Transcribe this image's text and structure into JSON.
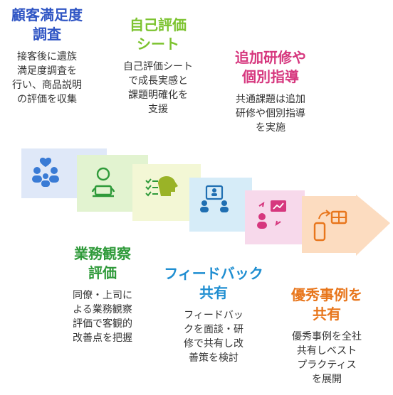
{
  "colors": {
    "step1": "#2f55c4",
    "step2": "#7cc32f",
    "step3": "#d6377e",
    "step4": "#2f9a3a",
    "step5": "#1f8ed1",
    "step6": "#e8761c",
    "icon": "#3a7bd5"
  },
  "steps": [
    {
      "id": "customer-survey",
      "title_lines": [
        "顧客満足度",
        "調査"
      ],
      "desc_lines": [
        "接客後に遺族",
        "満足度調査を",
        "行い、商品説明",
        "の評価を収集"
      ],
      "icon": "family-heart-icon"
    },
    {
      "id": "self-evaluation",
      "title_lines": [
        "自己評価",
        "シート"
      ],
      "desc_lines": [
        "自己評価シート",
        "で成長実感と",
        "課題明確化を",
        "支援"
      ],
      "icon": "person-laptop-icon"
    },
    {
      "id": "extra-training",
      "title_lines": [
        "追加研修や",
        "個別指導"
      ],
      "desc_lines": [
        "共通課題は追加",
        "研修や個別指導",
        "を実施"
      ],
      "icon": "head-checklist-icon"
    },
    {
      "id": "work-observation",
      "title_lines": [
        "業務観察",
        "評価"
      ],
      "desc_lines": [
        "同僚・上司に",
        "よる業務観察",
        "評価で客観的",
        "改善点を把握"
      ],
      "icon": "people-observe-icon"
    },
    {
      "id": "feedback",
      "title_lines": [
        "フィードバック",
        "共有"
      ],
      "desc_lines": [
        "フィードバッ",
        "クを面談・研",
        "修で共有し改",
        "善策を検討"
      ],
      "icon": "person-presentation-icon"
    },
    {
      "id": "best-practice",
      "title_lines": [
        "優秀事例を",
        "共有"
      ],
      "desc_lines": [
        "優秀事例を全社",
        "共有しベスト",
        "プラクティス",
        "を展開"
      ],
      "icon": "phone-share-icon"
    }
  ]
}
